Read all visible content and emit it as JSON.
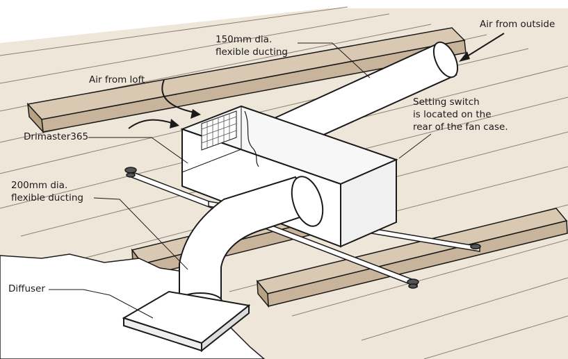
{
  "colors": {
    "background": "#ffffff",
    "roof_fill": "#efe6da",
    "line": "#1a1a1a",
    "duct_fill": "#ffffff"
  },
  "labels": {
    "duct_150": [
      "150mm dia.",
      "flexible ducting"
    ],
    "air_outside": "Air from outside",
    "air_loft": "Air from loft",
    "setting_switch": [
      "Setting switch",
      "is located on the",
      "rear of the fan case."
    ],
    "unit": "Drimaster365",
    "duct_200": [
      "200mm dia.",
      "flexible ducting"
    ],
    "diffuser": "Diffuser"
  }
}
